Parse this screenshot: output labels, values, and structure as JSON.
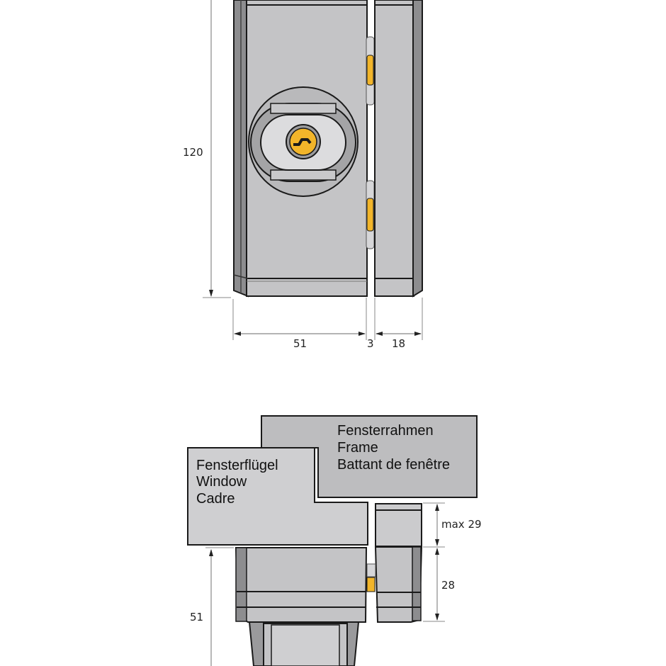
{
  "front_view": {
    "dimensions": {
      "height": "120",
      "body_width": "51",
      "gap": "3",
      "strike_width": "18"
    }
  },
  "side_view": {
    "frame_label": [
      "Fensterrahmen",
      "Frame",
      "Battant de fenêtre"
    ],
    "sash_label": [
      "Fensterflügel",
      "Window",
      "Cadre"
    ],
    "dimensions": {
      "max_offset": "max 29",
      "strike_depth": "28",
      "body_depth": "51"
    }
  },
  "colors": {
    "body_gray": "#c4c4c6",
    "dark_edge": "#555555",
    "cylinder_yellow": "#f2b52a",
    "outline": "#1a1a1a",
    "label_box_gray": "#c6c6c8"
  }
}
